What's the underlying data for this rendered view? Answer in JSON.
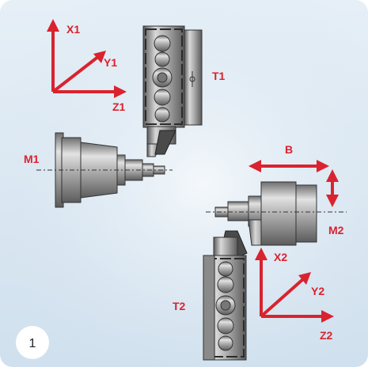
{
  "figure_number": "1",
  "colors": {
    "background_top": "#e3edf5",
    "background_bottom": "#d2e2ef",
    "accent": "#d9232e",
    "metal": "#8f8f8f"
  },
  "turret_top": {
    "label": "T1",
    "axes": {
      "x": "X1",
      "y": "Y1",
      "z": "Z1"
    }
  },
  "turret_bottom": {
    "label": "T2",
    "axes": {
      "x": "X2",
      "y": "Y2",
      "z": "Z2"
    }
  },
  "spindle_main": {
    "label": "M1"
  },
  "spindle_sub": {
    "label": "M2",
    "travel_label": "B"
  }
}
